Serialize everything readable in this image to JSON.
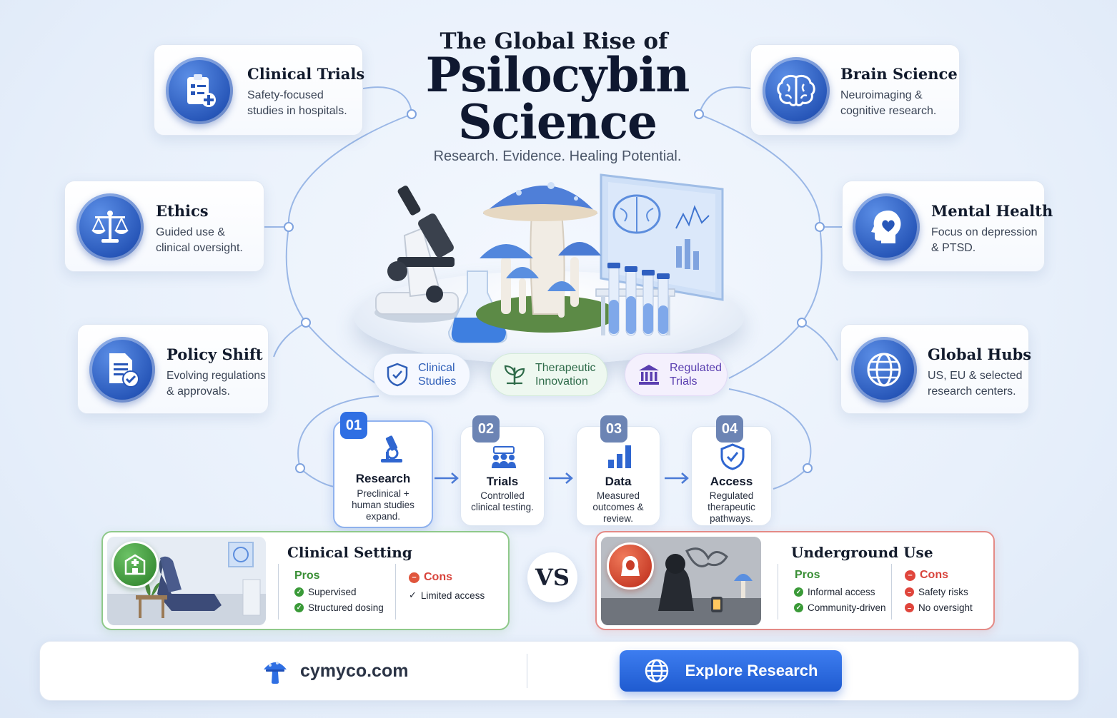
{
  "header": {
    "title_line1": "The Global Rise of",
    "title_line2": "Psilocybin",
    "title_line3": "Science",
    "subtitle": "Research. Evidence. Healing Potential."
  },
  "cards": {
    "clinical_trials": {
      "title": "Clinical Trials",
      "desc_line1": "Safety-focused",
      "desc_line2": "studies in hospitals.",
      "icon": "clipboard-plus-icon"
    },
    "ethics": {
      "title": "Ethics",
      "desc_line1": "Guided use &",
      "desc_line2": "clinical oversight.",
      "icon": "scales-icon"
    },
    "policy_shift": {
      "title": "Policy Shift",
      "desc_line1": "Evolving regulations",
      "desc_line2": "& approvals.",
      "icon": "document-check-icon"
    },
    "brain_science": {
      "title": "Brain Science",
      "desc_line1": "Neuroimaging &",
      "desc_line2": "cognitive research.",
      "icon": "brain-icon"
    },
    "mental_health": {
      "title": "Mental Health",
      "desc_line1": "Focus on depression",
      "desc_line2": "& PTSD.",
      "icon": "head-heart-icon"
    },
    "global_hubs": {
      "title": "Global Hubs",
      "desc_line1": "US, EU & selected",
      "desc_line2": "research centers.",
      "icon": "globe-icon"
    }
  },
  "pills": [
    {
      "label": "Clinical\nStudies",
      "icon": "shield-check-icon",
      "color": "#2f5fb8"
    },
    {
      "label": "Therapeutic\nInnovation",
      "icon": "leaf-icon",
      "color": "#2f6b4a"
    },
    {
      "label": "Regulated\nTrials",
      "icon": "institution-icon",
      "color": "#5a3fb0"
    }
  ],
  "steps": [
    {
      "num": "01",
      "title": "Research",
      "desc": "Preclinical +\nhuman studies\nexpand.",
      "icon": "microscope-icon"
    },
    {
      "num": "02",
      "title": "Trials",
      "desc": "Controlled\nclinical testing.",
      "icon": "people-icon"
    },
    {
      "num": "03",
      "title": "Data",
      "desc": "Measured\noutcomes &\nreview.",
      "icon": "bar-chart-icon"
    },
    {
      "num": "04",
      "title": "Access",
      "desc": "Regulated\ntherapeutic\npathways.",
      "icon": "shield-check-icon"
    }
  ],
  "comparison": {
    "clinical": {
      "title": "Clinical Setting",
      "pros_label": "Pros",
      "pros": [
        "Supervised",
        "Structured dosing"
      ],
      "cons_label": "Cons",
      "cons": [
        "Limited access"
      ],
      "accent": "#4aa04a"
    },
    "vs_label": "VS",
    "underground": {
      "title": "Underground Use",
      "pros_label": "Pros",
      "pros": [
        "Informal access",
        "Community-driven"
      ],
      "cons_label": "Cons",
      "cons": [
        "Safety risks",
        "No oversight"
      ],
      "accent": "#d8443c"
    }
  },
  "footer": {
    "brand": "cymyco.com",
    "cta_label": "Explore Research",
    "cta_icon": "globe-icon",
    "brand_color": "#1f5bd0"
  }
}
